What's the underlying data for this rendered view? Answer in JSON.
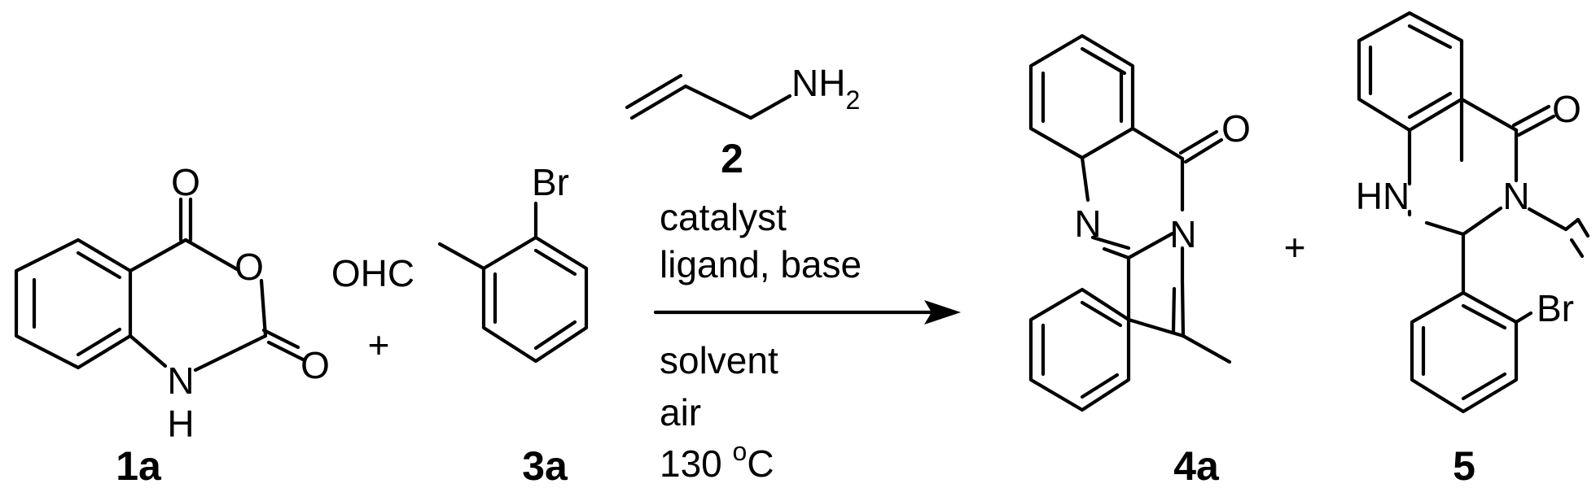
{
  "compounds": {
    "c1a": {
      "label": "1a",
      "atoms": {
        "o_carbonyl_top": "O",
        "o_ring": "O",
        "o_carbonyl_right": "O",
        "nh_n": "N",
        "nh_h": "H"
      }
    },
    "c3a": {
      "label": "3a",
      "atoms": {
        "cho": "OHC",
        "br": "Br"
      }
    },
    "c2": {
      "label": "2",
      "atoms": {
        "nh": "NH",
        "sub": "2"
      }
    },
    "c4a": {
      "label": "4a",
      "atoms": {
        "n_imine": "N",
        "n_amide": "N",
        "o": "O"
      }
    },
    "c5": {
      "label": "5",
      "atoms": {
        "hn": "HN",
        "n": "N",
        "o": "O",
        "br": "Br"
      }
    }
  },
  "operators": {
    "plus": "+"
  },
  "conditions": {
    "above": [
      "catalyst",
      "ligand, base"
    ],
    "below": [
      "solvent",
      "air"
    ],
    "temp_value": "130 ",
    "temp_degree": "o",
    "temp_unit": "C"
  }
}
